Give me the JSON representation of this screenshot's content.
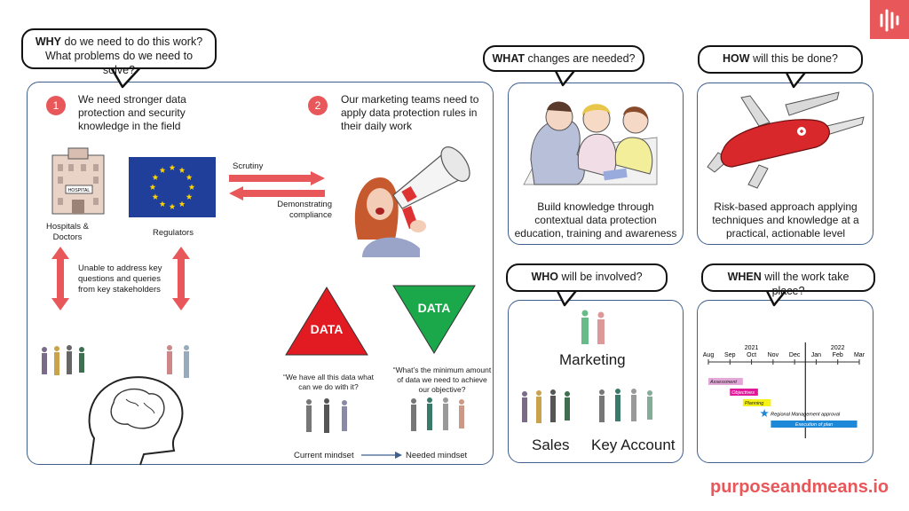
{
  "brand": {
    "logo_icon": "waveform-icon",
    "url": "purposeandmeans.io",
    "accent": "#e8575a"
  },
  "why": {
    "keyword": "WHY",
    "rest1": " do we need to do this work?",
    "line2": "What problems do we need to solve?"
  },
  "what": {
    "keyword": "WHAT",
    "rest": " changes are needed?",
    "caption": "Build knowledge through contextual data protection education, training and awareness"
  },
  "how": {
    "keyword": "HOW",
    "rest": " will this be done?",
    "caption": "Risk-based approach applying techniques and knowledge at a practical, actionable level"
  },
  "who": {
    "keyword": "WHO",
    "rest": " will be involved?",
    "marketing": "Marketing",
    "sales": "Sales",
    "key_account": "Key Account"
  },
  "when": {
    "keyword": "WHEN",
    "rest": " will the work take place?"
  },
  "problem1": {
    "number": "1",
    "text": "We need stronger data protection and security knowledge in the field"
  },
  "problem2": {
    "number": "2",
    "text": "Our marketing teams need to apply data protection rules in their daily work"
  },
  "labels": {
    "hospitals": "Hospitals & Doctors",
    "hospital_sign": "HOSPITAL",
    "regulators": "Regulators",
    "scrutiny": "Scrutiny",
    "demonstrating": "Demonstrating compliance",
    "unable": "Unable to address key questions and queries from key stakeholders",
    "data_red": "DATA",
    "data_green": "DATA",
    "quote_current": "“We have all this data what can we do with it?",
    "quote_needed": "“What’s the minimum amount of data we need to achieve our objective?",
    "current_mindset": "Current mindset",
    "needed_mindset": "Needed mindset"
  },
  "timeline": {
    "years": [
      "2021",
      "2022"
    ],
    "months": [
      "Aug",
      "Sep",
      "Oct",
      "Nov",
      "Dec",
      "Jan",
      "Feb",
      "Mar"
    ],
    "tasks": [
      {
        "label": "Assessment",
        "color": "#e4a8d8",
        "start_month": 0,
        "end_month": 1.6
      },
      {
        "label": "Objectives",
        "color": "#e0189a",
        "start_month": 1,
        "end_month": 2.3
      },
      {
        "label": "Planning",
        "color": "#f6f216",
        "start_month": 1.6,
        "end_month": 2.9
      },
      {
        "label": "Regional Management approval",
        "milestone": true,
        "at_month": 2.6
      },
      {
        "label": "Execution of plan",
        "color": "#1e88d8",
        "start_month": 2.9,
        "end_month": 6.9
      }
    ]
  }
}
